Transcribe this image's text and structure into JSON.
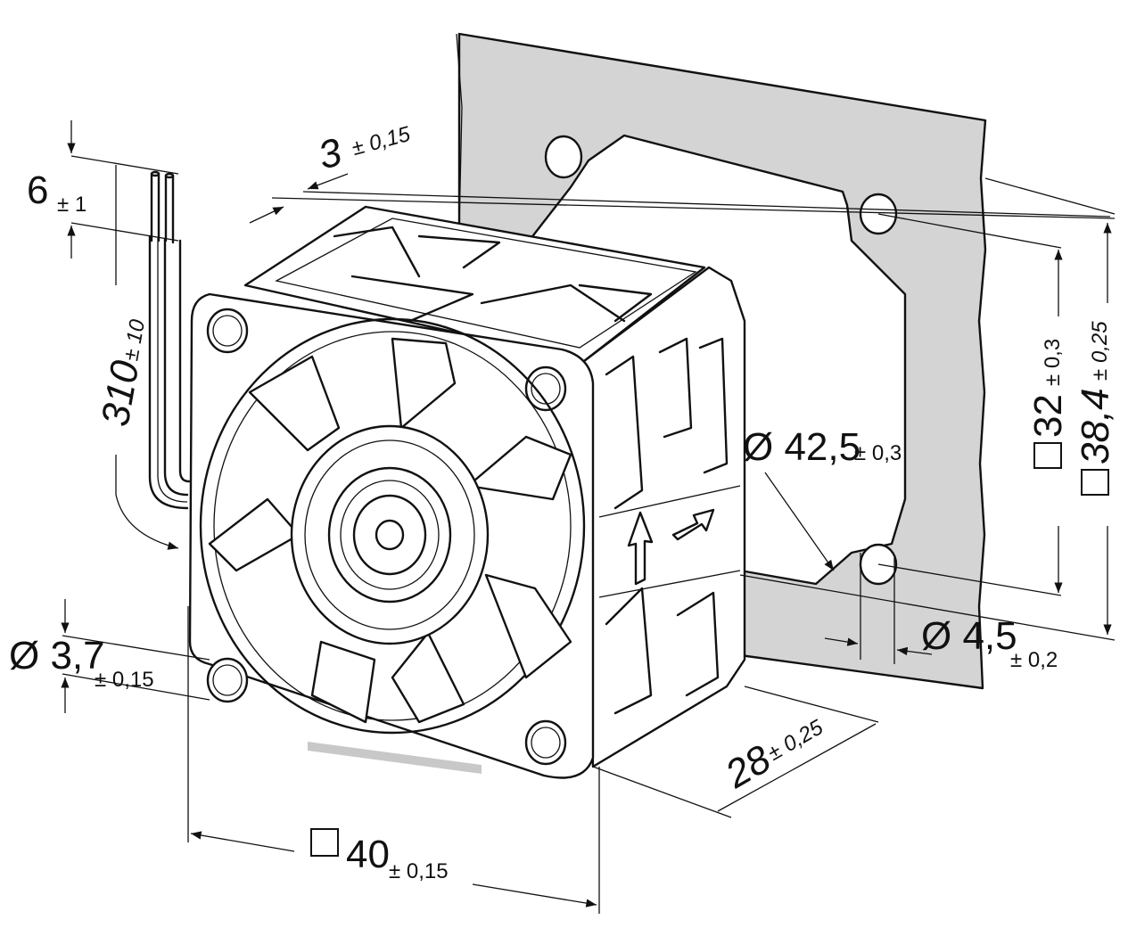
{
  "dimensions": {
    "cable_strip": {
      "value": "6",
      "tol": "± 1"
    },
    "cable_length": {
      "value": "310",
      "tol": "± 10"
    },
    "panel_thickness": {
      "value": "3",
      "tol": "± 0,15"
    },
    "bore_diameter": {
      "value": "Ø 42,5",
      "tol": "± 0,3"
    },
    "hole_pitch": {
      "value": "32",
      "tol": "± 0,3"
    },
    "cutout_square": {
      "value": "38,4",
      "tol": "± 0,25"
    },
    "mount_hole": {
      "value": "Ø 4,5",
      "tol": "± 0,2"
    },
    "fan_hole": {
      "value": "Ø 3,7",
      "tol": "± 0,15"
    },
    "fan_depth": {
      "value": "28",
      "tol": "± 0,25"
    },
    "fan_size": {
      "value": "40",
      "tol": "± 0,15"
    }
  }
}
